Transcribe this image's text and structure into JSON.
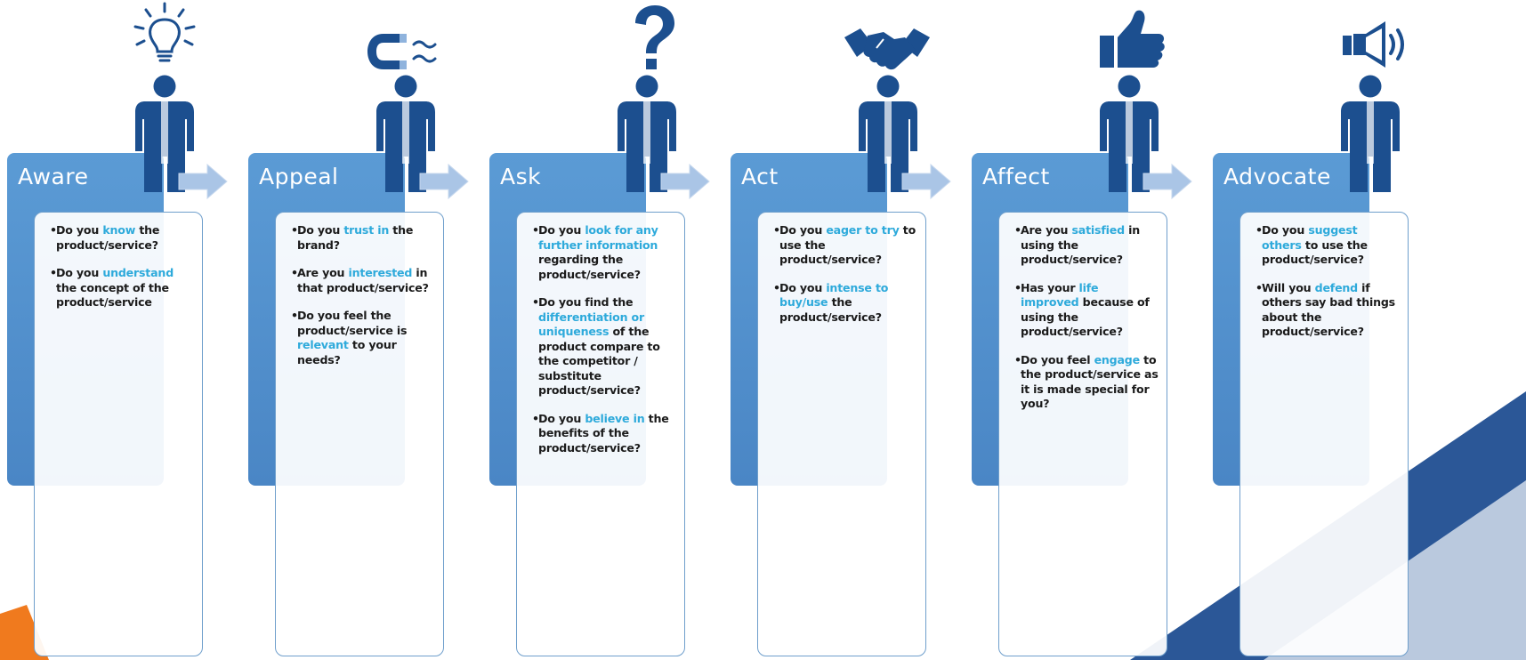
{
  "colors": {
    "header": "#5b9bd5",
    "person": "#1c4f8f",
    "highlight": "#2eaadb",
    "arrow": "#aac5e6",
    "accent_orange": "#f07a1e",
    "accent_navy": "#2b5797"
  },
  "stages": [
    {
      "title": "Aware",
      "icon": "lightbulb-icon",
      "bullets": [
        [
          {
            "t": "Do you "
          },
          {
            "t": "know",
            "hl": true
          },
          {
            "t": " the product/service?"
          }
        ],
        [
          {
            "t": "Do you "
          },
          {
            "t": "understand",
            "hl": true
          },
          {
            "t": " the concept of the product/service"
          }
        ]
      ]
    },
    {
      "title": "Appeal",
      "icon": "magnet-icon",
      "bullets": [
        [
          {
            "t": "Do you "
          },
          {
            "t": "trust in",
            "hl": true
          },
          {
            "t": " the brand?"
          }
        ],
        [
          {
            "t": "Are you "
          },
          {
            "t": "interested",
            "hl": true
          },
          {
            "t": " in that product/service?"
          }
        ],
        [
          {
            "t": "Do you feel the product/service is "
          },
          {
            "t": "relevant",
            "hl": true
          },
          {
            "t": " to your needs?"
          }
        ]
      ]
    },
    {
      "title": "Ask",
      "icon": "question-mark-icon",
      "bullets": [
        [
          {
            "t": "Do you "
          },
          {
            "t": "look for any further information",
            "hl": true
          },
          {
            "t": " regarding the product/service?"
          }
        ],
        [
          {
            "t": "Do you find the "
          },
          {
            "t": "differentiation or uniqueness",
            "hl": true
          },
          {
            "t": " of the product compare to the competitor / substitute product/service?"
          }
        ],
        [
          {
            "t": "Do you "
          },
          {
            "t": "believe in",
            "hl": true
          },
          {
            "t": " the benefits of the product/service?"
          }
        ]
      ]
    },
    {
      "title": "Act",
      "icon": "handshake-icon",
      "bullets": [
        [
          {
            "t": "Do you "
          },
          {
            "t": "eager to try",
            "hl": true
          },
          {
            "t": " to use the product/service?"
          }
        ],
        [
          {
            "t": "Do you "
          },
          {
            "t": "intense to buy/use",
            "hl": true
          },
          {
            "t": " the product/service?"
          }
        ]
      ]
    },
    {
      "title": "Affect",
      "icon": "thumbs-up-icon",
      "bullets": [
        [
          {
            "t": "Are you "
          },
          {
            "t": "satisfied",
            "hl": true
          },
          {
            "t": " in using the product/service?"
          }
        ],
        [
          {
            "t": "Has your "
          },
          {
            "t": "life improved",
            "hl": true
          },
          {
            "t": " because of using the product/service?"
          }
        ],
        [
          {
            "t": "Do you feel "
          },
          {
            "t": "engage",
            "hl": true
          },
          {
            "t": " to the product/service as it is made special for you?"
          }
        ]
      ]
    },
    {
      "title": "Advocate",
      "icon": "megaphone-icon",
      "bullets": [
        [
          {
            "t": "Do you "
          },
          {
            "t": "suggest others",
            "hl": true
          },
          {
            "t": " to use the product/service?"
          }
        ],
        [
          {
            "t": "Will you "
          },
          {
            "t": "defend",
            "hl": true
          },
          {
            "t": " if others say bad things about the product/service?"
          }
        ]
      ]
    }
  ]
}
